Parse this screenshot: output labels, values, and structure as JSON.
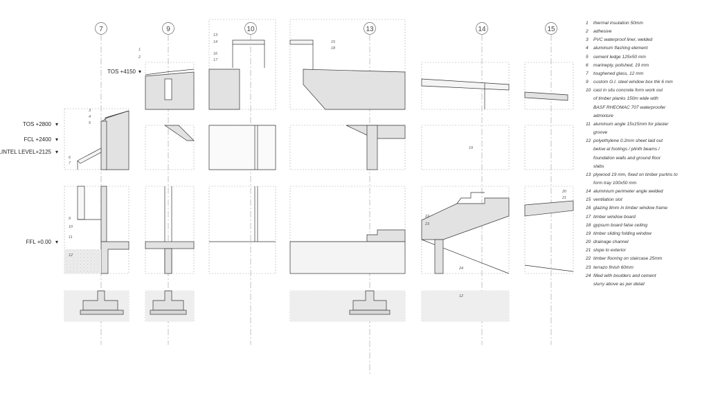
{
  "grid_labels": [
    "7",
    "9",
    "10",
    "13",
    "14",
    "15"
  ],
  "levels": {
    "tos_4150": "TOS +4150",
    "tos_2800": "TOS +2800",
    "fcl_2400": "FCL +2400",
    "lintel_2125": "LINTEL LEVEL+2125",
    "ffl_000": "FFL +0.00"
  },
  "tags": {
    "g7": [
      "1",
      "2",
      "3",
      "4",
      "5",
      "6",
      "7",
      "9",
      "10",
      "11",
      "12"
    ],
    "g10": [
      "13",
      "14",
      "16",
      "17"
    ],
    "g13": [
      "15",
      "18"
    ],
    "g14": [
      "19",
      "22",
      "23",
      "24",
      "12"
    ],
    "g15": [
      "20",
      "21"
    ]
  },
  "legend": [
    {
      "num": "1",
      "text": "thermal insulation 50mm"
    },
    {
      "num": "2",
      "text": "adhesive"
    },
    {
      "num": "3",
      "text": "PVC waterproof liner, welded"
    },
    {
      "num": "4",
      "text": "aluminum flashing element"
    },
    {
      "num": "5",
      "text": "cement ledge 125x50 mm"
    },
    {
      "num": "6",
      "text": "marineply, polished, 19 mm"
    },
    {
      "num": "7",
      "text": "toughened glass, 12 mm"
    },
    {
      "num": "9",
      "text": "custom G.I. steel window box thk 6 mm"
    },
    {
      "num": "10",
      "text": "cast in situ concrete form work out\nof timber planks 150m wide with\nBASF RHEOMAC 707 waterproofer\nadmixture"
    },
    {
      "num": "11",
      "text": "aluminum angle 15x15mm for plaster\ngroove"
    },
    {
      "num": "12",
      "text": "polyethylene 0.2mm sheet laid out\nbelow al footings / plinth beams /\nfoundation walls and ground floor\nslabs"
    },
    {
      "num": "13",
      "text": "plywood 19 mm, fixed on timber purlins to\nform tray 100x50 mm"
    },
    {
      "num": "14",
      "text": "aluminium perimeter angle welded"
    },
    {
      "num": "15",
      "text": "ventilation slot"
    },
    {
      "num": "16",
      "text": "glazing 8mm in timber window frame"
    },
    {
      "num": "17",
      "text": "timber window board"
    },
    {
      "num": "18",
      "text": "gypsum board false ceiling"
    },
    {
      "num": "19",
      "text": "timber sliding folding window"
    },
    {
      "num": "20",
      "text": "drainage channel"
    },
    {
      "num": "21",
      "text": "slope to exterior"
    },
    {
      "num": "22",
      "text": "timber flooring on staircase 25mm"
    },
    {
      "num": "23",
      "text": "terrazo finish 60mm"
    },
    {
      "num": "24",
      "text": "filled with boulders and cement\nslurry above as per detail"
    }
  ],
  "colors": {
    "line": "#333333",
    "dash": "#9a9a9a",
    "concrete": "#e2e2e2",
    "ground": "#eeeeee"
  }
}
